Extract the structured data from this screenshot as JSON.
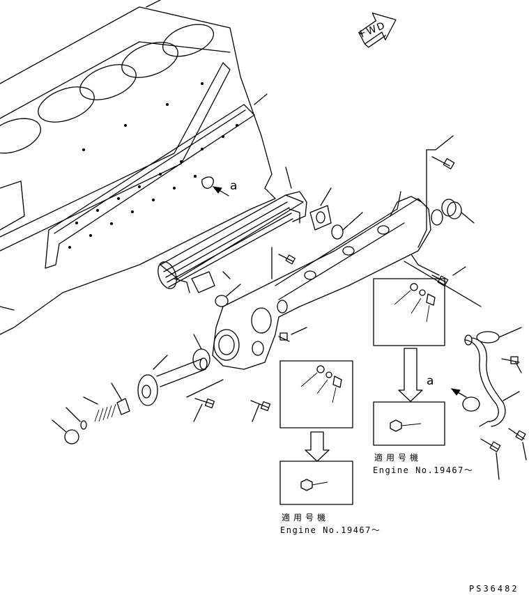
{
  "fwd_label": "FWD",
  "ref_label_a1": "a",
  "ref_label_a2": "a",
  "note_applicable_1": "適用号機",
  "note_engine_1": "Engine No.19467～",
  "note_applicable_2": "適用号機",
  "note_engine_2": "Engine No.19467～",
  "drawing_number": "PS36482"
}
